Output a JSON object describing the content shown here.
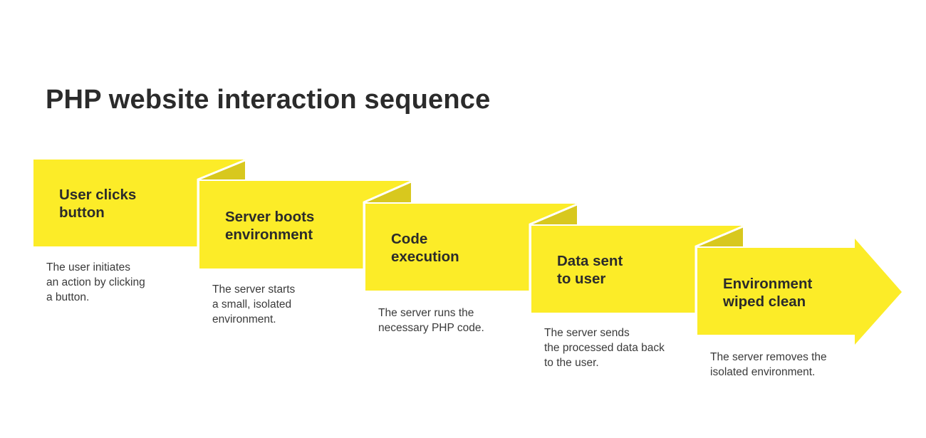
{
  "title": "PHP website interaction sequence",
  "colors": {
    "band": "#fcec28",
    "fold": "#d8c81e",
    "separator": "#ffffff",
    "text": "#2b2b2b"
  },
  "steps": [
    {
      "title_lines": [
        "User clicks",
        "button"
      ],
      "description_lines": [
        "The user initiates",
        "an action by clicking",
        "a button."
      ]
    },
    {
      "title_lines": [
        "Server boots",
        "environment"
      ],
      "description_lines": [
        "The server starts",
        "a small, isolated",
        "environment."
      ]
    },
    {
      "title_lines": [
        "Code",
        "execution"
      ],
      "description_lines": [
        "The server runs the",
        "necessary PHP code."
      ]
    },
    {
      "title_lines": [
        "Data sent",
        "to user"
      ],
      "description_lines": [
        "The server sends",
        "the processed data back",
        "to the user."
      ]
    },
    {
      "title_lines": [
        "Environment",
        "wiped clean"
      ],
      "description_lines": [
        "The server removes the",
        "isolated environment."
      ]
    }
  ]
}
